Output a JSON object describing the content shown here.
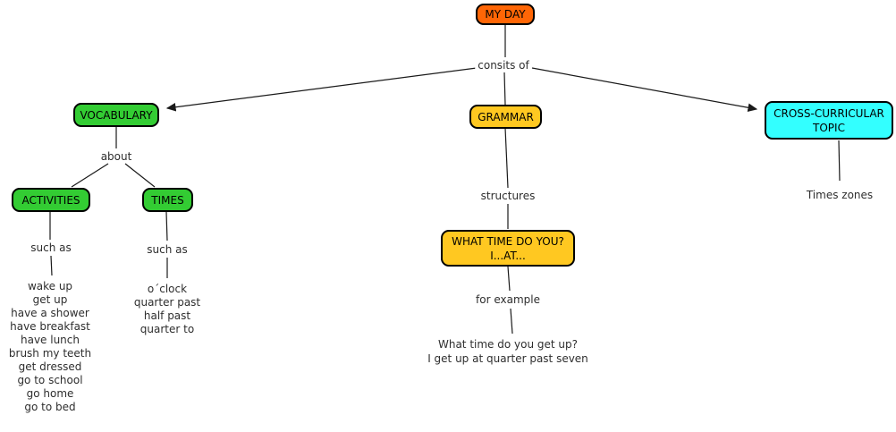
{
  "colors": {
    "my_day_node": "#FF6606",
    "vocabulary_nodes": "#33CC33",
    "grammar_nodes": "#FFC821",
    "cross_curricular_node": "#33FFFF",
    "node_border": "#000000",
    "connector_line": "#1A1A1A",
    "text": "#2E2E2E"
  },
  "nodes": {
    "my_day": {
      "label": "MY DAY"
    },
    "vocabulary": {
      "label": "VOCABULARY"
    },
    "grammar": {
      "label": "GRAMMAR"
    },
    "cross_curricular": {
      "label": "CROSS-CURRICULAR\nTOPIC"
    },
    "activities": {
      "label": "ACTIVITIES"
    },
    "times": {
      "label": "TIMES"
    },
    "what_time": {
      "label": "WHAT TIME DO YOU?\nI...AT..."
    }
  },
  "link_labels": {
    "consits_of": "consits of",
    "about": "about",
    "such_as_activities": "such as",
    "such_as_times": "such as",
    "structures": "structures",
    "for_example": "for example"
  },
  "leaves": {
    "activities_list": [
      "wake up",
      "get up",
      "have a shower",
      "have breakfast",
      "have lunch",
      "brush my teeth",
      "get dressed",
      "go to school",
      "go home",
      "go to bed"
    ],
    "times_list": [
      "o´clock",
      "quarter past",
      "half past",
      "quarter to"
    ],
    "example_lines": [
      "What time do you get up?",
      "I get up at quarter past seven"
    ],
    "times_zones": "Times zones"
  }
}
